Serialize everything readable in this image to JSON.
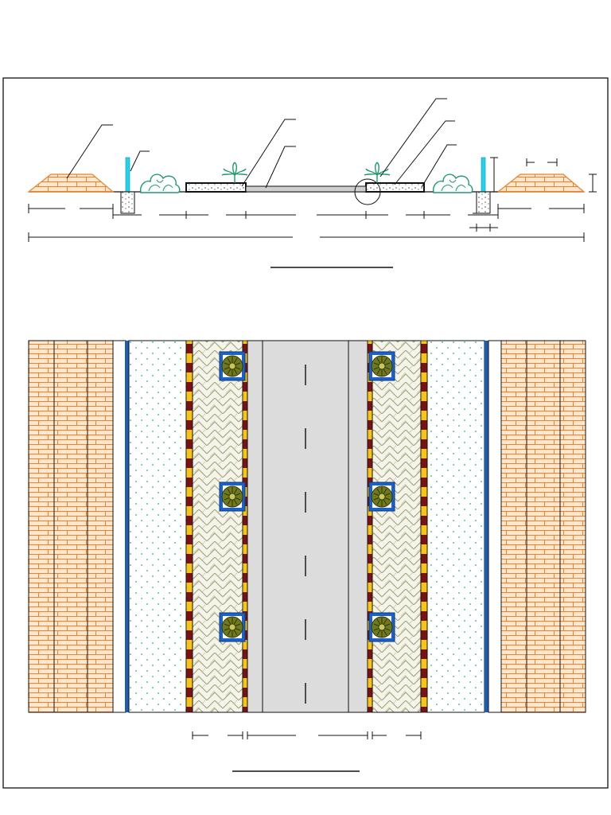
{
  "drawing": {
    "type": "road cross-section and plan view",
    "views": [
      "cross-section",
      "plan"
    ],
    "text_labels_visible": false
  },
  "colors": {
    "frame": "#222222",
    "line": "#111111",
    "berm_brick": "#e8842a",
    "brick_fill": "#fde7cf",
    "verge_dots": "#2aa889",
    "blue_edge": "#1a5fb4",
    "curb_red": "#7a1212",
    "curb_yellow": "#f5c518",
    "paving_line": "#9b9f72",
    "paving_fill": "#f4f4ea",
    "carriageway": "#dcdcdc",
    "planter_blue": "#1a62c9",
    "tree_canopy": "#6f7a1a",
    "shrub_green": "#1e9a6a",
    "cyan_post": "#22d3ee"
  },
  "plan": {
    "tree_planters_per_side": 3
  }
}
